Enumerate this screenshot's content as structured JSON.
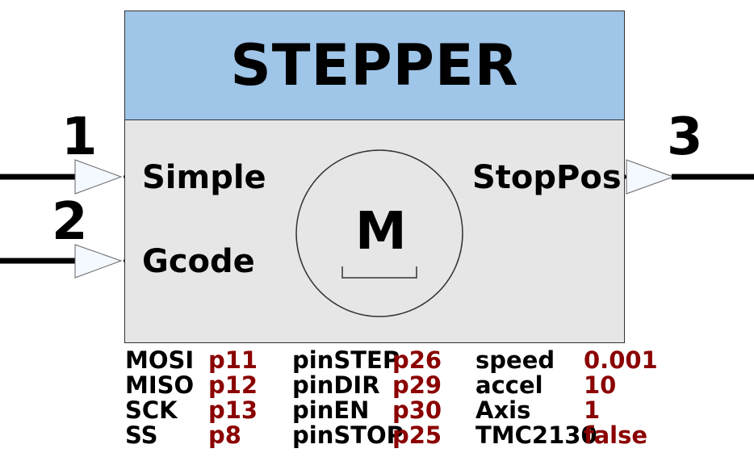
{
  "block": {
    "title": "STEPPER",
    "colors": {
      "header": "#9fc5e8",
      "body": "#e6e6e6",
      "param_value": "#8b0000"
    }
  },
  "ports": {
    "inputs": [
      {
        "number": "1",
        "label": "Simple"
      },
      {
        "number": "2",
        "label": "Gcode"
      }
    ],
    "outputs": [
      {
        "number": "3",
        "label": "StopPos"
      }
    ]
  },
  "motor_symbol": {
    "letter": "M"
  },
  "params": {
    "col1": [
      {
        "name": "MOSI",
        "value": "p11"
      },
      {
        "name": "MISO",
        "value": "p12"
      },
      {
        "name": "SCK",
        "value": "p13"
      },
      {
        "name": "SS",
        "value": "p8"
      }
    ],
    "col2": [
      {
        "name": "pinSTEP",
        "value": "p26"
      },
      {
        "name": "pinDIR",
        "value": "p29"
      },
      {
        "name": "pinEN",
        "value": "p30"
      },
      {
        "name": "pinSTOP",
        "value": "p25"
      }
    ],
    "col3": [
      {
        "name": "speed",
        "value": "0.001"
      },
      {
        "name": "accel",
        "value": "10"
      },
      {
        "name": "Axis",
        "value": "1"
      },
      {
        "name": "TMC2130",
        "value": "false"
      }
    ]
  }
}
